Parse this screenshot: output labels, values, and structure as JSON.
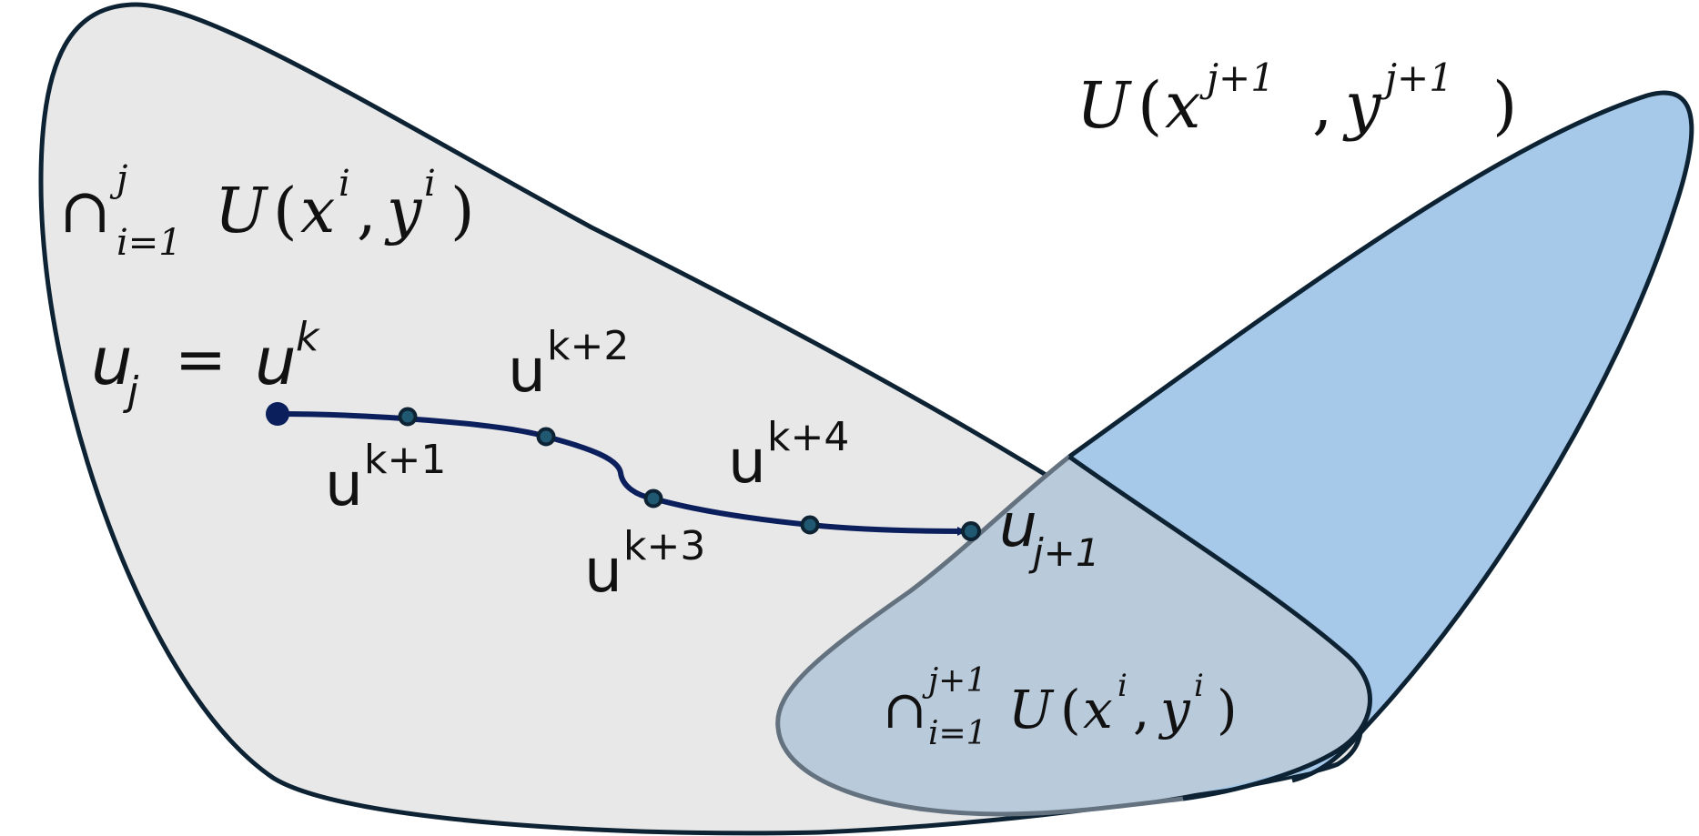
{
  "labels": {
    "intersection_j": {
      "cap": "∩",
      "sup": "j",
      "sub": "i=1",
      "body_U": "U",
      "open": "(",
      "x": "x",
      "x_sup": "i",
      "comma": ",",
      "y": "y",
      "y_sup": "i",
      "close": ")"
    },
    "set_next": {
      "U": "U",
      "open": "(",
      "x": "x",
      "x_sup": "j+1",
      "comma": ",",
      "y": "y",
      "y_sup": "j+1",
      "close": ")"
    },
    "intersection_j1": {
      "cap": "∩",
      "sup": "j+1",
      "sub": "i=1",
      "body_U": "U",
      "open": "(",
      "x": "x",
      "x_sup": "i",
      "comma": ",",
      "y": "y",
      "y_sup": "i",
      "close": ")"
    },
    "start": {
      "u": "u",
      "u_sub": "j",
      "eq": "=",
      "u2": "u",
      "u2_sup": "k"
    },
    "end": {
      "u": "u",
      "u_sub": "j+1"
    },
    "iterates": [
      {
        "base": "u",
        "sup": "k+1"
      },
      {
        "base": "u",
        "sup": "k+2"
      },
      {
        "base": "u",
        "sup": "k+3"
      },
      {
        "base": "u",
        "sup": "k+4"
      }
    ]
  },
  "colors": {
    "outline": "#0d2233",
    "set_j_fill": "#e8e8e8",
    "set_next_fill": "#a6c9ea",
    "overlap_fill": "#b9cadb",
    "overlap_outline": "#647280",
    "path": "#0a1f5c"
  }
}
